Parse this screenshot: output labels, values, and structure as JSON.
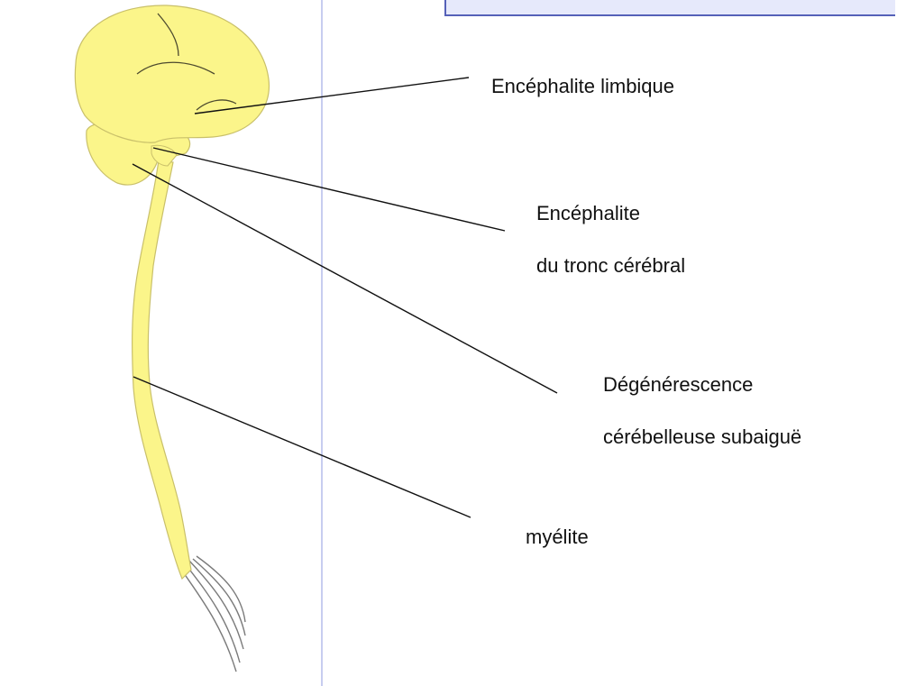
{
  "diagram": {
    "labels": {
      "limbic": "Encéphalite limbique",
      "brainstem_line1": "Encéphalite",
      "brainstem_line2": "du tronc cérébral",
      "cerebellar_line1": "Dégénérescence",
      "cerebellar_line2": "cérébelleuse subaiguë",
      "myelitis": "myélite"
    },
    "colors": {
      "organ_fill": "#fbf58a",
      "organ_stroke": "#c9c06a",
      "leader_line": "#111111",
      "divider": "#c7cdf0",
      "box_fill": "#e6e9fb",
      "box_border": "#5561b8"
    }
  }
}
